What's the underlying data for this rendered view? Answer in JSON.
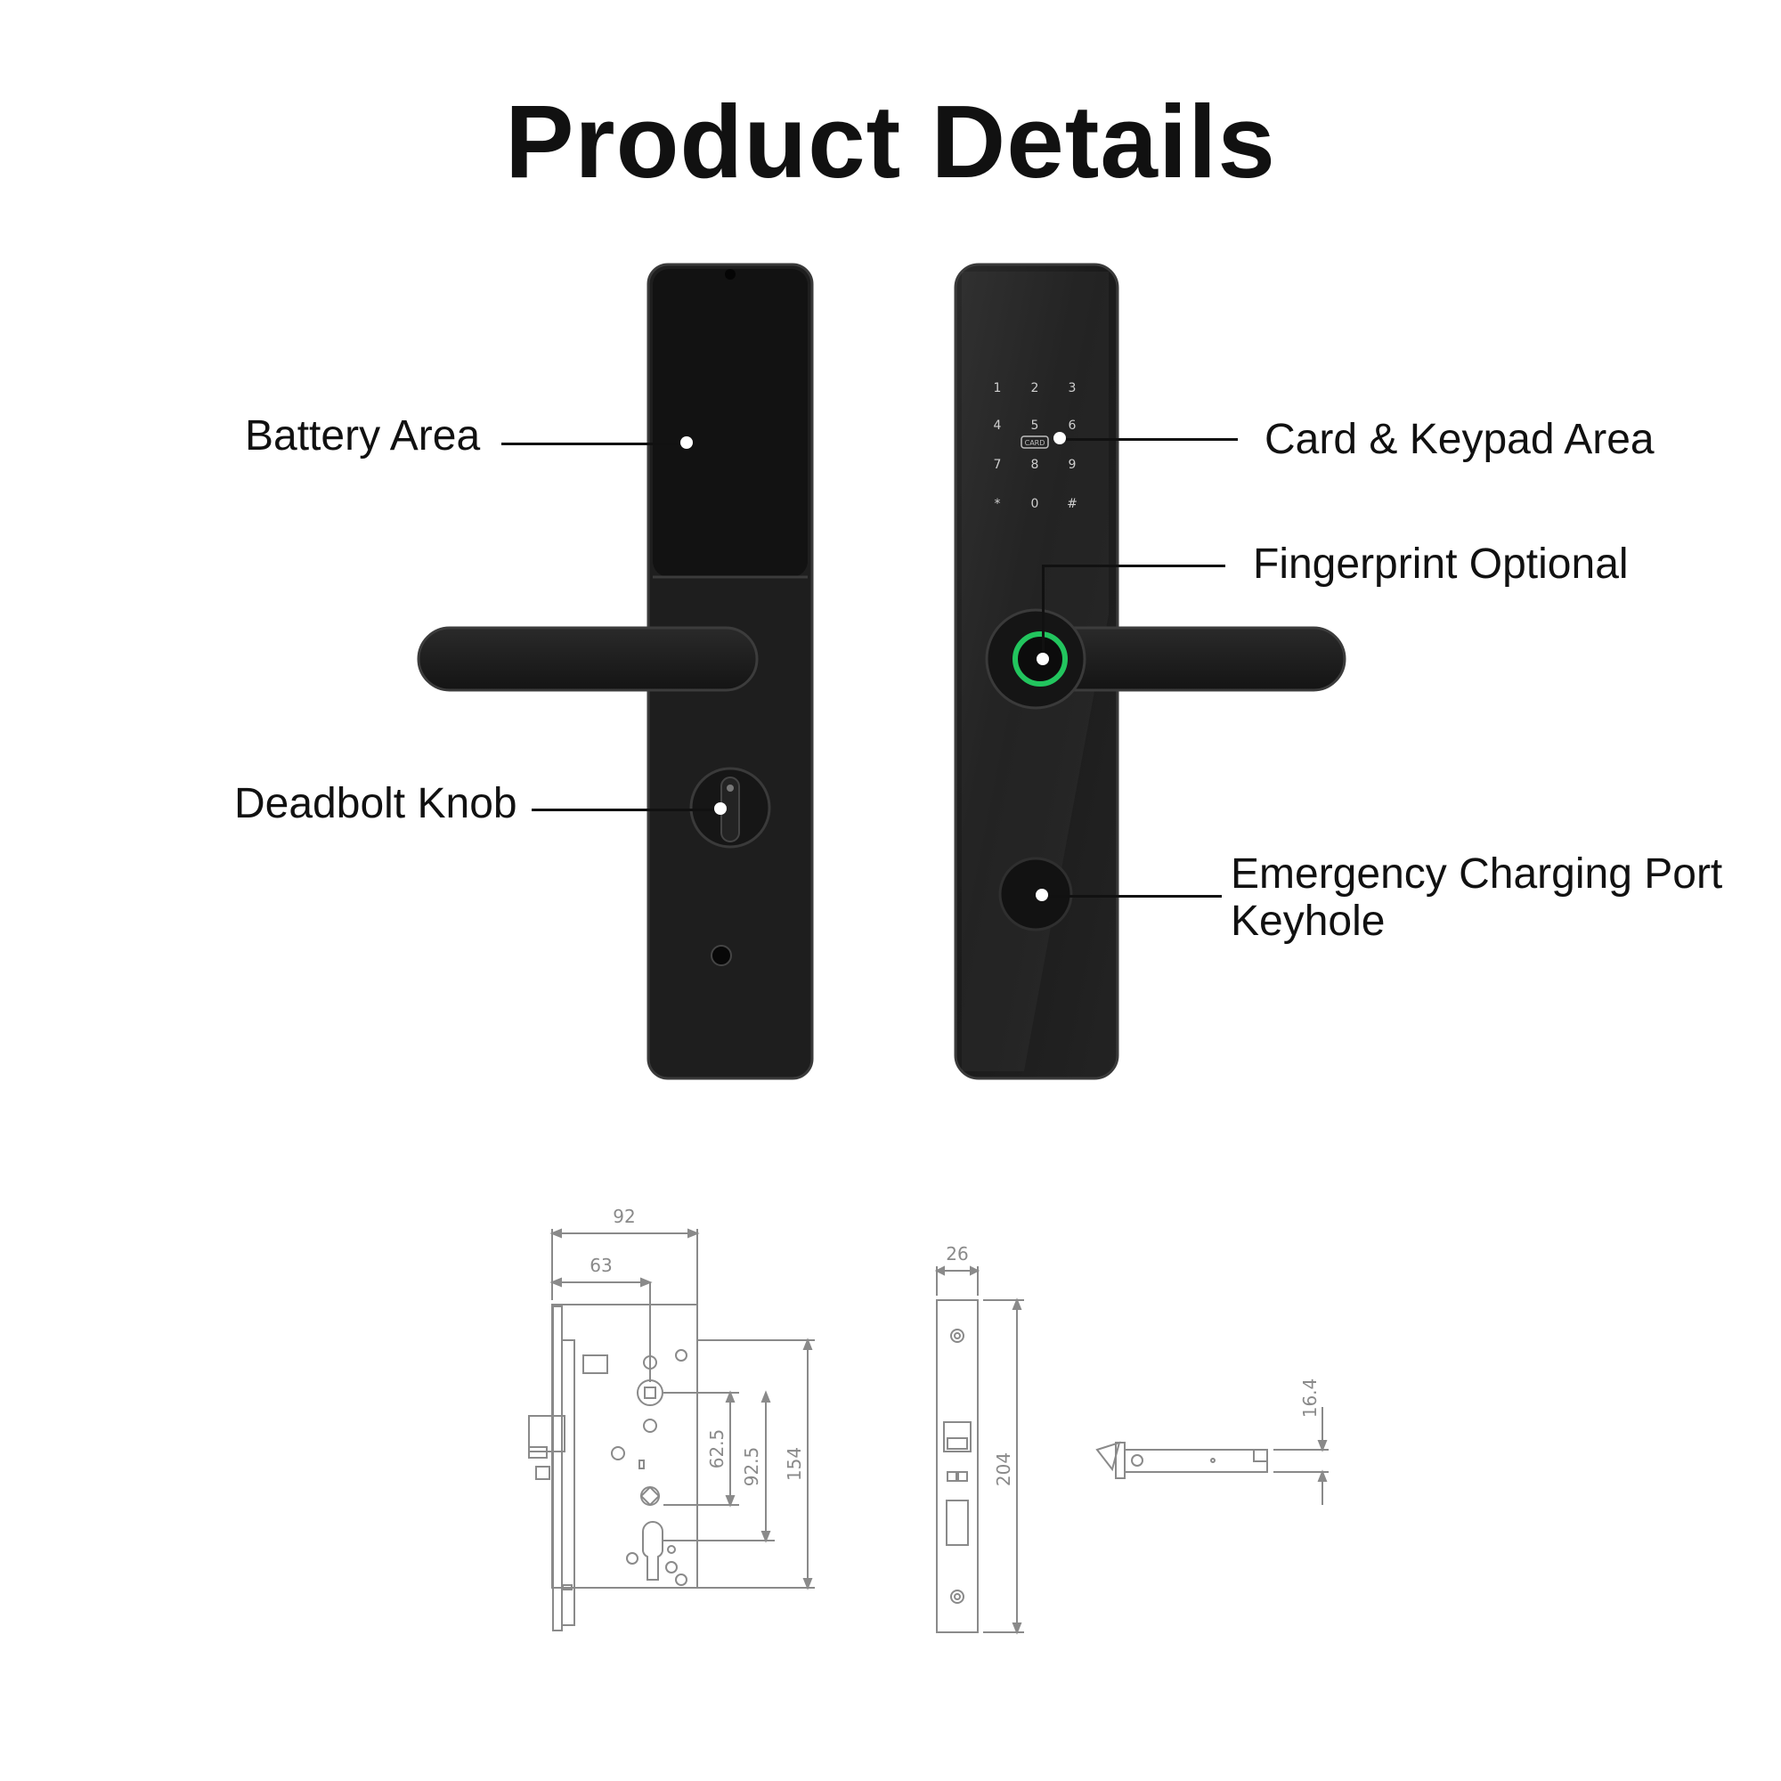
{
  "page": {
    "title": "Product Details"
  },
  "callouts": {
    "battery_area": "Battery Area",
    "deadbolt_knob": "Deadbolt Knob",
    "card_keypad_area": "Card & Keypad Area",
    "fingerprint_optional": "Fingerprint Optional",
    "emergency_line1": "Emergency Charging Port",
    "emergency_line2": "Keyhole"
  },
  "keypad": {
    "keys": [
      "1",
      "2",
      "3",
      "4",
      "5",
      "6",
      "7",
      "8",
      "9",
      "*",
      "0",
      "#"
    ],
    "card_label": "CARD"
  },
  "dimensions": {
    "front": {
      "width_total": "92",
      "backset": "63",
      "center_a": "62.5",
      "center_b": "92.5",
      "height": "154"
    },
    "side": {
      "width": "26",
      "height": "204"
    },
    "bolt": {
      "thickness": "16.4"
    }
  },
  "colors": {
    "lock_body": "#1c1c1c",
    "lock_edge": "#2e2e2e",
    "fingerprint_ring": "#22c55e",
    "drawing_line": "#8a8a8a"
  }
}
